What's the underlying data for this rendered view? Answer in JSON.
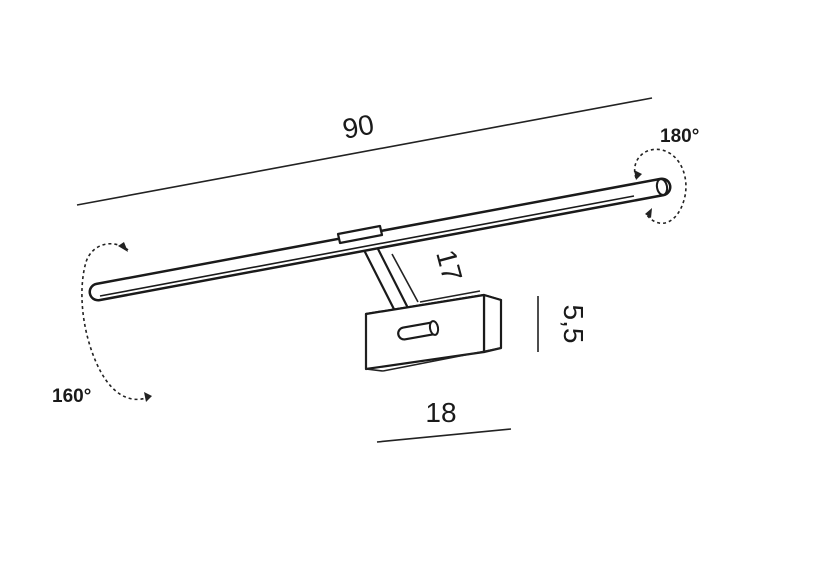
{
  "dimensions": {
    "length": "90",
    "arm": "17",
    "height": "5,5",
    "base_width": "18"
  },
  "rotations": {
    "right": "180°",
    "left": "160°"
  }
}
